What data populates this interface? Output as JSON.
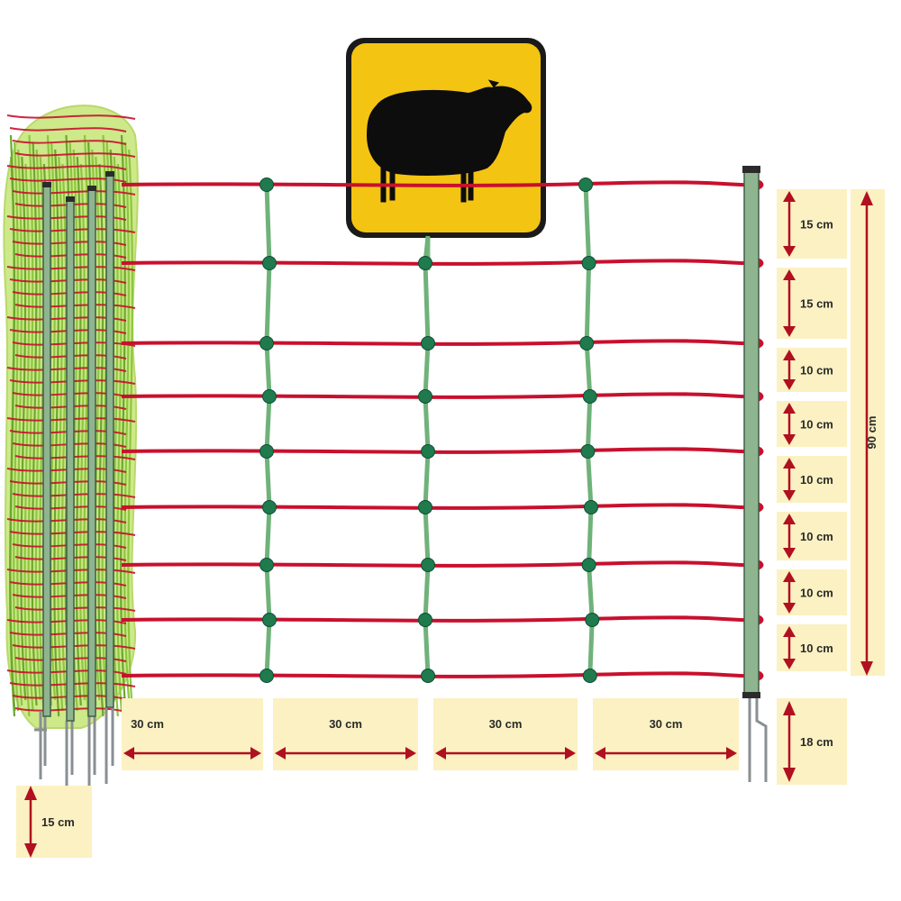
{
  "colors": {
    "wire": "#c8102e",
    "strut": "#6fb27a",
    "knot": "#1f7a4e",
    "box": "#fbf1c2",
    "arrow": "#b01020",
    "sign": "#f4c413"
  },
  "sign": {
    "icon": "sheep-icon"
  },
  "horizontal_spacings": [
    "15 cm",
    "15 cm",
    "10 cm",
    "10 cm",
    "10 cm",
    "10 cm",
    "10 cm",
    "10 cm"
  ],
  "total_height": "90 cm",
  "bottom_gap": "18 cm",
  "vertical_spacings": [
    "30 cm",
    "30 cm",
    "30 cm",
    "30 cm"
  ],
  "spike_length": "15 cm"
}
